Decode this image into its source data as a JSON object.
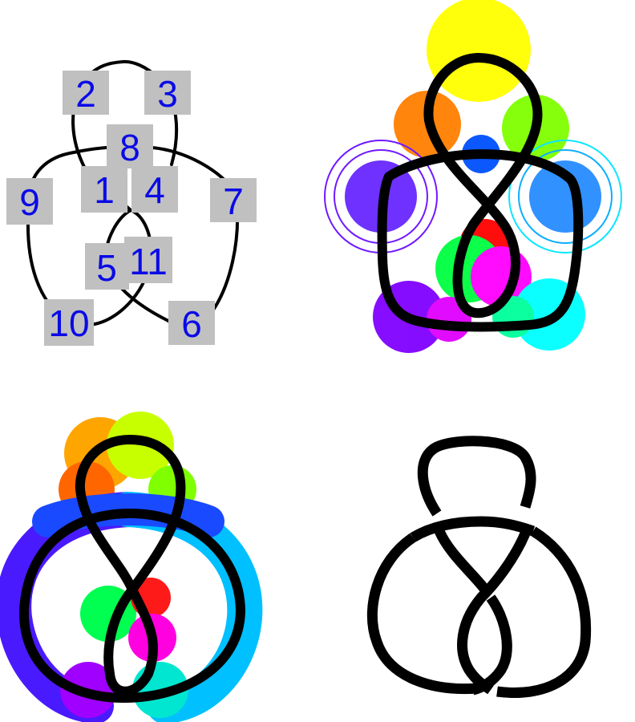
{
  "diagram": {
    "panels": [
      {
        "name": "labeled-knot-diagram",
        "labels": [
          "1",
          "2",
          "3",
          "4",
          "5",
          "6",
          "7",
          "8",
          "9",
          "10",
          "11"
        ],
        "label_box_color": "#c0c0c0",
        "label_text_color": "#0a0ae6",
        "line_color": "#000000"
      },
      {
        "name": "pentagonal-knot-with-rainbow-circles",
        "line_color": "#000000"
      },
      {
        "name": "rounded-knot-with-rainbow-band",
        "line_color": "#000000"
      },
      {
        "name": "plain-knot-diagram",
        "line_color": "#000000"
      }
    ]
  }
}
